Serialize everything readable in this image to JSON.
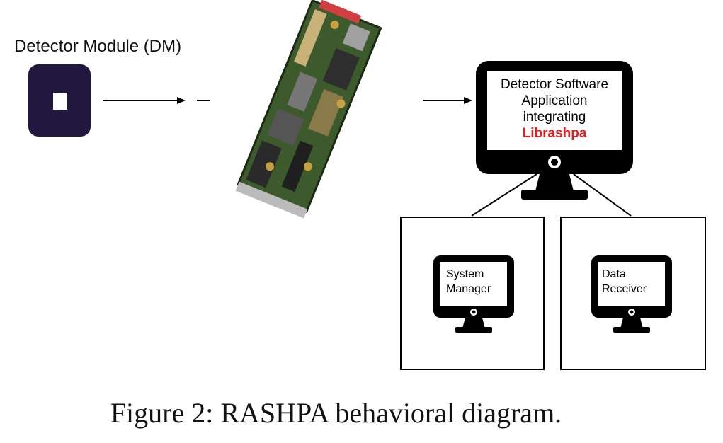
{
  "dm": {
    "label": "Detector Module (DM)"
  },
  "main_monitor": {
    "line1": "Detector Software",
    "line2": "Application",
    "line3": "integrating",
    "highlight": "Librashpa"
  },
  "system_manager": {
    "line1": "System",
    "line2": "Manager"
  },
  "data_receiver": {
    "line1": "Data",
    "line2": "Receiver"
  },
  "caption": "Figure 2: RASHPA behavioral diagram.",
  "colors": {
    "dm_box": "#22183f",
    "highlight": "#e02020",
    "board_green": "#3d5a2c"
  }
}
